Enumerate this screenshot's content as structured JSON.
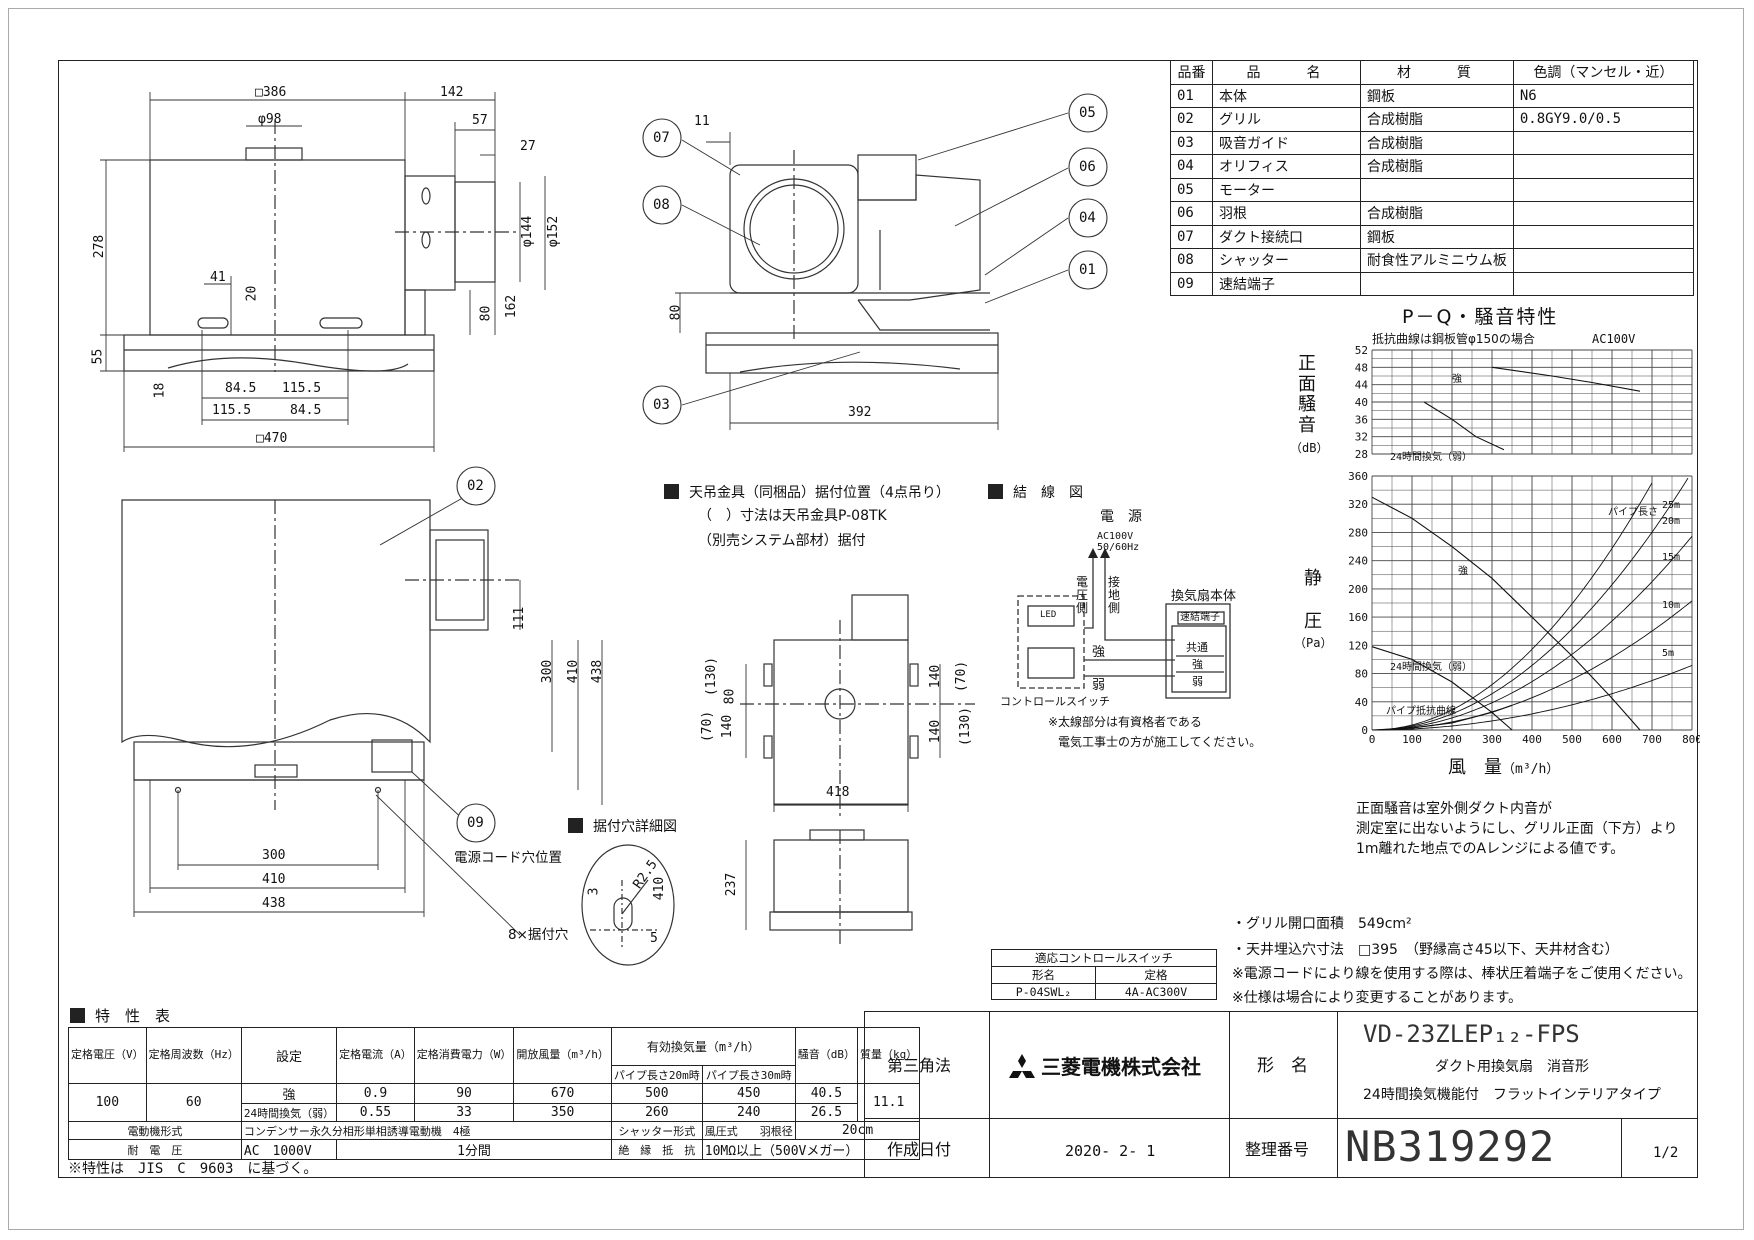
{
  "parts_table": {
    "headers": [
      "品番",
      "品　　名",
      "材　　質",
      "色調（マンセル・近）"
    ],
    "rows": [
      [
        "01",
        "本体",
        "鋼板",
        "N6"
      ],
      [
        "02",
        "グリル",
        "合成樹脂",
        "0.8GY9.0/0.5"
      ],
      [
        "03",
        "吸音ガイド",
        "合成樹脂",
        ""
      ],
      [
        "04",
        "オリフィス",
        "合成樹脂",
        ""
      ],
      [
        "05",
        "モーター",
        "",
        ""
      ],
      [
        "06",
        "羽根",
        "合成樹脂",
        ""
      ],
      [
        "07",
        "ダクト接続口",
        "鋼板",
        ""
      ],
      [
        "08",
        "シャッター",
        "耐食性アルミニウム板",
        ""
      ],
      [
        "09",
        "速結端子",
        "",
        ""
      ]
    ]
  },
  "drawing_top": {
    "dims": [
      "□386",
      "142",
      "φ98",
      "57",
      "27",
      "278",
      "φ144",
      "φ152",
      "41",
      "20",
      "80",
      "162",
      "55",
      "18",
      "84.5",
      "115.5",
      "115.5",
      "84.5",
      "□470"
    ]
  },
  "drawing_section": {
    "dims": [
      "11",
      "80",
      "392"
    ],
    "callouts": [
      "07",
      "08",
      "05",
      "06",
      "04",
      "01",
      "03"
    ]
  },
  "drawing_bottom": {
    "dims": [
      "111",
      "300",
      "410",
      "438",
      "300",
      "410",
      "438"
    ],
    "callouts": [
      "02",
      "09"
    ],
    "labels": [
      "電源コード穴位置",
      "8×据付穴"
    ]
  },
  "hanger_note": {
    "title": "天吊金具（同梱品）据付位置（4点吊り）",
    "line2": "（　）寸法は天吊金具P-08TK",
    "line3": "（別売システム部材）据付",
    "dims": [
      "(70)",
      "(130)",
      "140",
      "80",
      "140",
      "(130)",
      "(70)",
      "140",
      "418",
      "237"
    ]
  },
  "mount_detail": {
    "title": "据付穴詳細図",
    "dims": [
      "3",
      "R2.5",
      "410",
      "5"
    ]
  },
  "wiring": {
    "title": "結　線　図",
    "power_label": "電　源",
    "power_spec": "AC100V",
    "power_freq": "50/60Hz",
    "voltage_side": "電圧側",
    "ground_side": "接地側",
    "unit_label": "換気扇本体",
    "terminal_label": "速結端子",
    "terminals": [
      "共通",
      "強",
      "弱"
    ],
    "strong": "強",
    "weak": "弱",
    "led": "LED",
    "switch_label": "コントロールスイッチ",
    "note1": "※太線部分は有資格者である",
    "note2": "電気工事士の方が施工してください。"
  },
  "chart_data": [
    {
      "type": "line",
      "title": "P－Q・騒音特性",
      "subtitle": "抵抗曲線は鋼板管φ150の場合",
      "power": "AC100V",
      "ylabel": "正面騒音",
      "yunit": "（dB）",
      "ylim": [
        28,
        52
      ],
      "yticks": [
        52,
        48,
        44,
        40,
        36,
        32,
        28
      ],
      "xlim": [
        0,
        800
      ],
      "series": [
        {
          "name": "強",
          "x": [
            300,
            450,
            550,
            670
          ],
          "y": [
            48,
            46,
            44.5,
            42.5
          ]
        },
        {
          "name": "24時間換気（弱）",
          "x": [
            130,
            200,
            260,
            330
          ],
          "y": [
            40,
            36,
            32,
            29
          ]
        }
      ]
    },
    {
      "type": "line",
      "ylabel": "静圧",
      "yunit": "（Pa）",
      "xlabel": "風　量",
      "xunit": "（m³/h）",
      "ylim": [
        0,
        360
      ],
      "yticks": [
        360,
        320,
        280,
        240,
        200,
        160,
        120,
        80,
        40,
        0
      ],
      "xlim": [
        0,
        800
      ],
      "xticks": [
        0,
        100,
        200,
        300,
        400,
        500,
        600,
        700,
        800
      ],
      "series": [
        {
          "name": "強",
          "x": [
            0,
            100,
            200,
            300,
            400,
            500,
            600,
            670
          ],
          "y": [
            330,
            300,
            260,
            215,
            160,
            105,
            45,
            0
          ]
        },
        {
          "name": "24時間換気（弱）",
          "x": [
            0,
            100,
            200,
            300,
            350
          ],
          "y": [
            118,
            100,
            68,
            25,
            0
          ]
        },
        {
          "name": "パイプ抵抗曲線",
          "x": [
            0,
            100,
            200,
            300,
            350
          ],
          "y": [
            0,
            3,
            10,
            25,
            35
          ]
        }
      ],
      "pipe_label": "パイプ長さ",
      "pipe_lengths": [
        "25m",
        "20m",
        "15m",
        "10m",
        "5m"
      ]
    }
  ],
  "chart_note": [
    "正面騒音は室外側ダクト内音が",
    "測定室に出ないようにし、グリル正面（下方）より",
    "1m離れた地点でのAレンジによる値です。"
  ],
  "spec_notes": [
    "・グリル開口面積　549cm²",
    "・天井埋込穴寸法　□395　（野縁高さ45以下、天井材含む）",
    "※電源コードにより線を使用する際は、棒状圧着端子をご使用ください。",
    "※仕様は場合により変更することがあります。"
  ],
  "switch_table": {
    "title": "適応コントロールスイッチ",
    "headers": [
      "形名",
      "定格"
    ],
    "row": [
      "P-04SWL₂",
      "4A-AC300V"
    ]
  },
  "spec_table": {
    "title": "特　性　表",
    "headers": [
      "定格電圧（V）",
      "定格周波数（Hz）",
      "設定",
      "定格電流（A）",
      "定格消費電力（W）",
      "開放風量（m³/h）",
      "有効換気量（m³/h）",
      "騒音（dB）",
      "質量（kg）"
    ],
    "subheaders": [
      "パイプ長さ20m時",
      "パイプ長さ30m時"
    ],
    "rows": [
      [
        "強",
        "0.9",
        "90",
        "670",
        "500",
        "450",
        "40.5"
      ],
      [
        "24時間換気（弱）",
        "0.55",
        "33",
        "350",
        "260",
        "240",
        "26.5"
      ]
    ],
    "voltage": "100",
    "freq": "60",
    "weight": "11.1",
    "motor_label": "電動機形式",
    "motor": "コンデンサー永久分相形単相誘導電動機　4極",
    "shutter_label": "シャッター形式",
    "shutter": "風圧式",
    "blade_label": "羽根径",
    "blade": "20cm",
    "withstand_label": "耐　電　圧",
    "withstand": "AC　1000V",
    "withstand_time": "1分間",
    "insulation_label": "絶　縁　抵　抗",
    "insulation": "10MΩ以上（500Vメガー）",
    "footnote": "※特性は　JIS　C　9603　に基づく。"
  },
  "title_block": {
    "projection": "第三角法",
    "company": "三菱電機株式会社",
    "model_label": "形　名",
    "model": "VD-23ZLEP₁₂-FPS",
    "desc1": "ダクト用換気扇　消音形",
    "desc2": "24時間換気機能付　フラットインテリアタイプ",
    "date_label": "作成日付",
    "date": "2020- 2- 1",
    "number_label": "整理番号",
    "number": "NB319292",
    "page": "1/2"
  }
}
